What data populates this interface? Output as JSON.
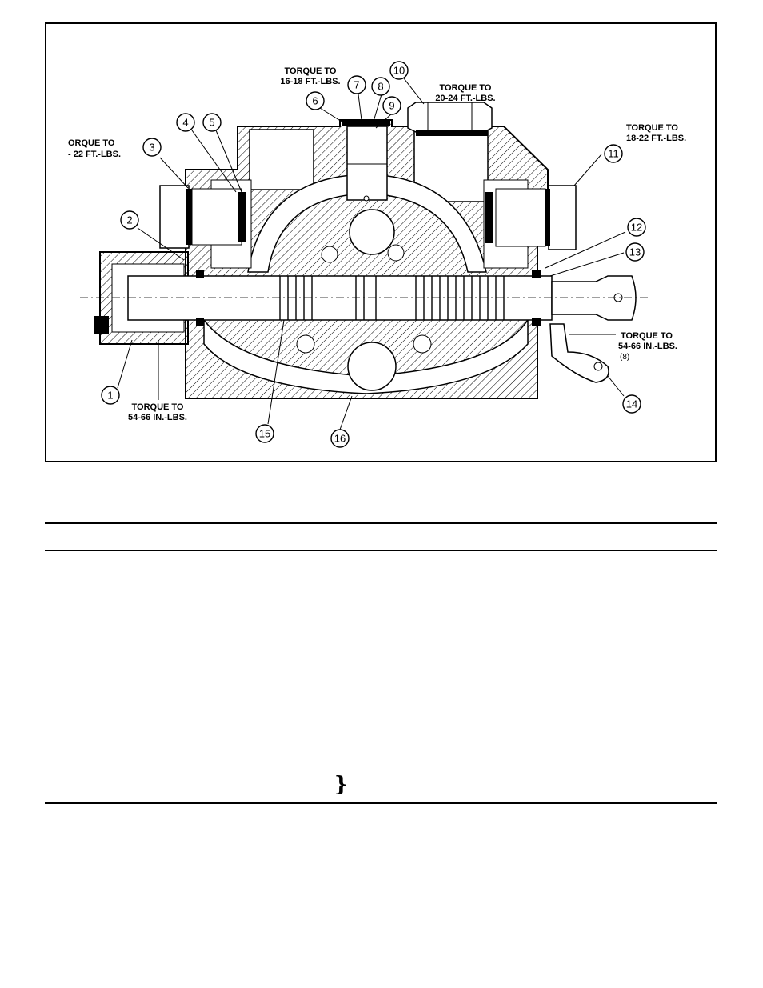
{
  "figure": {
    "callouts": [
      "1",
      "2",
      "3",
      "4",
      "5",
      "6",
      "7",
      "8",
      "9",
      "10",
      "11",
      "12",
      "13",
      "14",
      "15",
      "16"
    ],
    "torque_labels": {
      "left_top": [
        "ORQUE TO",
        "- 22 FT.-LBS."
      ],
      "top_center": [
        "TORQUE TO",
        "16-18 FT.-LBS."
      ],
      "top_right": [
        "TORQUE TO",
        "20-24 FT.-LBS."
      ],
      "right": [
        "TORQUE TO",
        "18-22 FT.-LBS."
      ],
      "right_bottom": [
        "TORQUE TO",
        "54-66 IN.-LBS.",
        "(8)"
      ],
      "bottom_left": [
        "TORQUE TO",
        "54-66 IN.-LBS."
      ]
    }
  },
  "page": {
    "brace": "}"
  }
}
